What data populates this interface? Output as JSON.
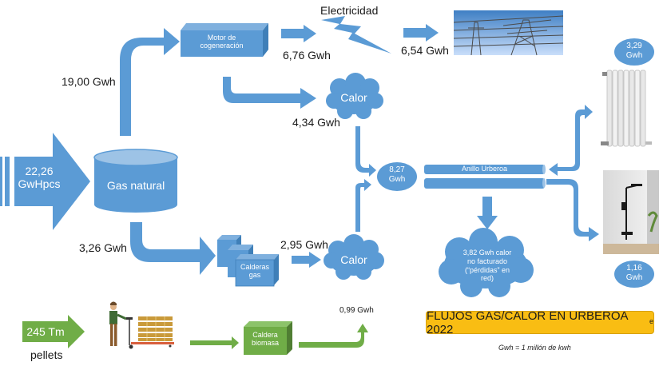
{
  "title": {
    "text": "FLUJOS GAS/CALOR EN URBEROA 2022",
    "superscript": "e"
  },
  "footnote": "Gwh = 1 millón de kwh",
  "colors": {
    "gas_flow": "#5b9bd5",
    "biomass_flow": "#70ad47",
    "title_bg": "#f9bd13"
  },
  "nodes": {
    "input": {
      "value": "22,26",
      "unit": "GwHpcs"
    },
    "gas_natural": "Gas natural",
    "motor": {
      "line1": "Motor de",
      "line2": "cogeneración"
    },
    "electricidad": "Electricidad",
    "calor_top": "Calor",
    "calor_bottom": "Calor",
    "calderas_gas": {
      "line1": "Calderas",
      "line2": "gas"
    },
    "merge": {
      "value": "8,27",
      "unit": "Gwh"
    },
    "anillo": "Anillo Urberoa",
    "losses": {
      "line1": "3,82 Gwh calor",
      "line2": "no facturado",
      "line3": "(“pérdidas” en",
      "line4": "red)"
    },
    "heating": {
      "value": "3,29",
      "unit": "Gwh"
    },
    "hot_water": {
      "value": "1,16",
      "unit": "Gwh"
    },
    "pellets_input": {
      "value": "245 Tm",
      "label": "pellets"
    },
    "caldera_biomasa": {
      "line1": "Caldera",
      "line2": "biomasa"
    }
  },
  "flows": {
    "to_motor": "19,00 Gwh",
    "to_calderas": "3,26 Gwh",
    "motor_electric": "6,76 Gwh",
    "electric_grid": "6,54 Gwh",
    "motor_heat": "4,34 Gwh",
    "calderas_heat": "2,95 Gwh",
    "biomass_heat": "0,99 Gwh"
  },
  "icons": {
    "power_lines": "power-tower-photo",
    "radiator": "radiator-photo",
    "shower": "shower-photo",
    "worker": "pallet-jack-worker-icon"
  }
}
